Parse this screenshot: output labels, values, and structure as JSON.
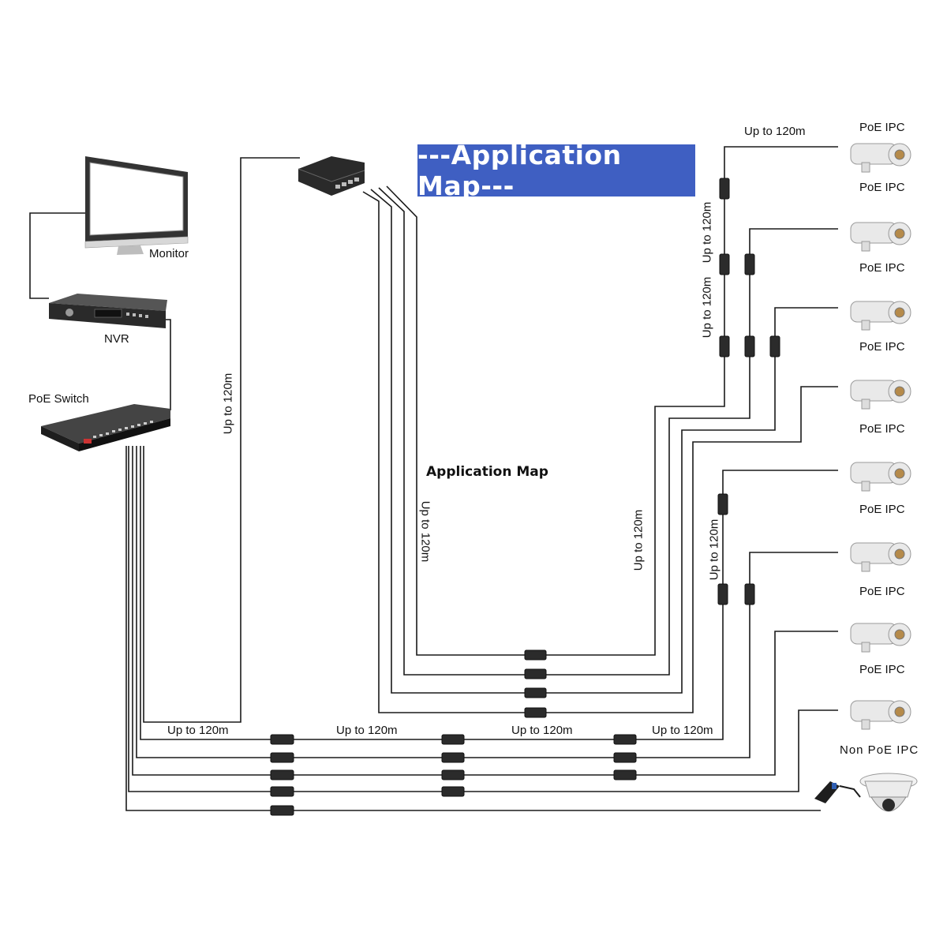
{
  "title": "---Application Map---",
  "subtitle": "Application Map",
  "devices": {
    "monitor": "Monitor",
    "nvr": "NVR",
    "poe_switch": "PoE Switch",
    "poe_ipc": "PoE IPC",
    "non_poe_ipc": "Non PoE IPC"
  },
  "distance_label": "Up to 120m",
  "colors": {
    "banner": "#3f5fc2",
    "cable": "#1a1a1a",
    "device": "#2b2b2b"
  }
}
